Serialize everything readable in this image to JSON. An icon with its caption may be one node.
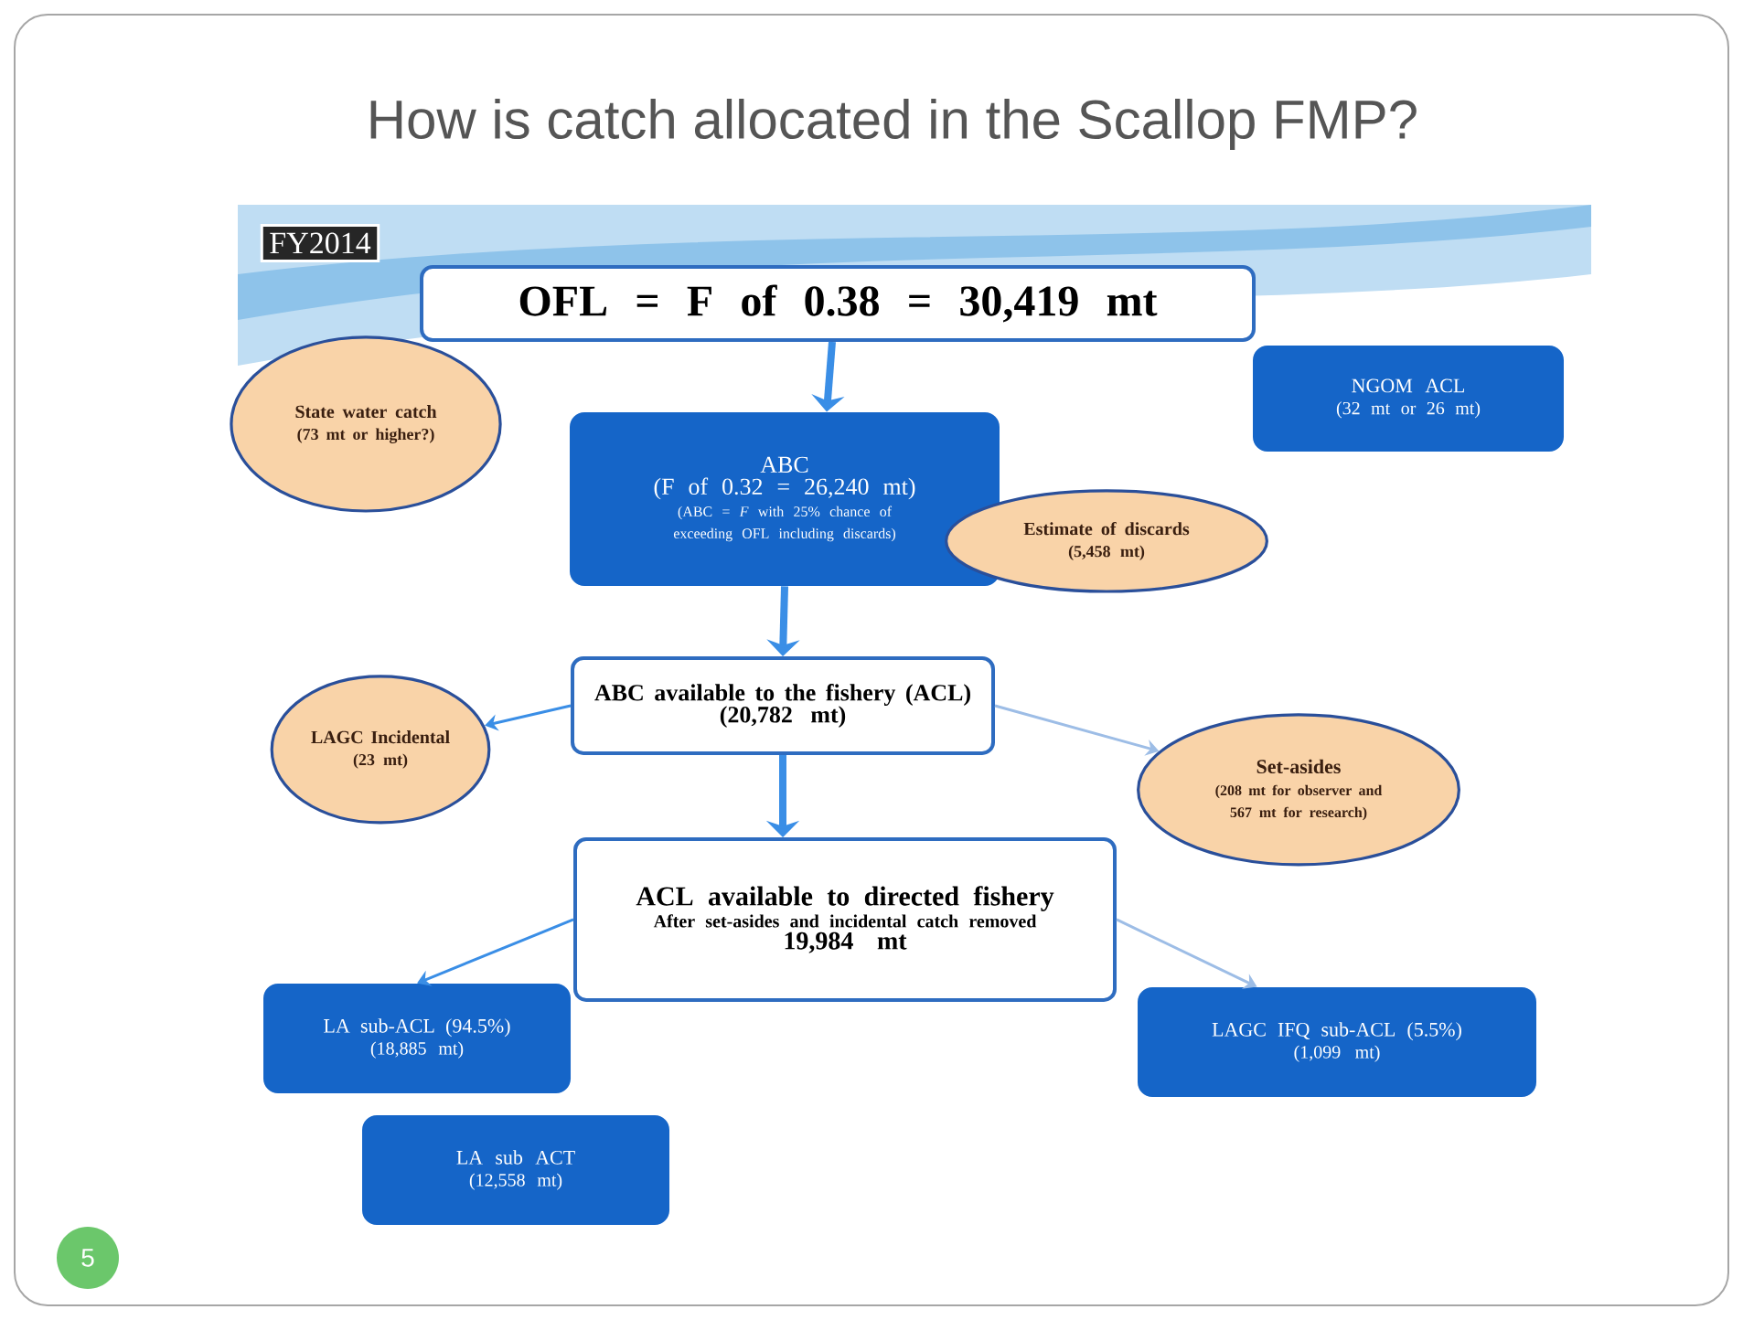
{
  "diagram": {
    "title": "How is catch allocated in the Scallop FMP?",
    "nodes": [
      {
        "text": [
          "OFL = F of 0.38 = 30,419 mt"
        ]
      },
      {
        "text": [
          "State water catch",
          "(73 mt or higher?)"
        ]
      },
      {
        "text": [
          "NGOM ACL",
          "(32 mt or 26 mt)"
        ]
      },
      {
        "text": [
          "ABC",
          "(F of 0.32 = 26,240 mt)",
          "(ABC = *F* with 25% chance of exceeding OFL including discards)"
        ]
      },
      {
        "text": [
          "Estimate of discards",
          "(5,458 mt)"
        ]
      },
      {
        "text": [
          "ABC available to the fishery (ACL)",
          "(20,782 mt)"
        ]
      },
      {
        "text": [
          "LAGC Incidental",
          "(23 mt)"
        ]
      },
      {
        "text": [
          "Set-asides",
          "(208 mt for observer and 567 mt for research)"
        ]
      },
      {
        "text": [
          "ACL available to directed fishery",
          "After set-asides and incidental catch removed",
          "19,984 mt"
        ]
      },
      {
        "text": [
          "LA sub-ACL (94.5%)",
          "(18,885 mt)"
        ]
      },
      {
        "text": [
          "LAGC IFQ sub-ACL (5.5%)",
          "(1,099 mt)"
        ]
      },
      {
        "text": [
          "LA sub ACT",
          "(12,558 mt)"
        ]
      }
    ],
    "edges": [
      {
        "from": 0,
        "to": 3,
        "arrow": "to",
        "style": "thick"
      },
      {
        "from": 3,
        "to": 5,
        "arrow": "to",
        "style": "thick"
      },
      {
        "from": 5,
        "to": 8,
        "arrow": "to",
        "style": "thick"
      },
      {
        "from": 5,
        "to": 6,
        "arrow": "to"
      },
      {
        "from": 5,
        "to": 7,
        "arrow": "to",
        "color": "#9dbde6"
      },
      {
        "from": 8,
        "to": 9,
        "arrow": "to"
      },
      {
        "from": 8,
        "to": 10,
        "arrow": "to",
        "color": "#9dbde6"
      }
    ],
    "labels": [
      "FY2014",
      "5"
    ]
  }
}
